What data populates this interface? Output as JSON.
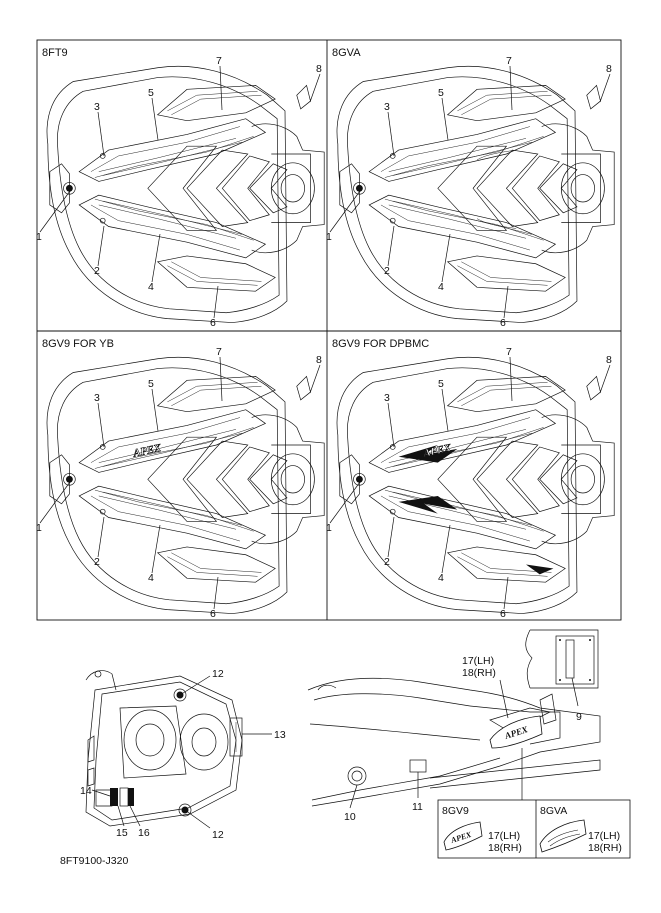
{
  "panels": [
    {
      "label": "8FT9",
      "variant": "stripe"
    },
    {
      "label": "8GVA",
      "variant": "brand"
    },
    {
      "label": "8GV9 FOR YB",
      "variant": "logo"
    },
    {
      "label": "8GV9 FOR DPBMC",
      "variant": "dark"
    }
  ],
  "callouts": {
    "n1": "1",
    "n2": "2",
    "n3": "3",
    "n4": "4",
    "n5": "5",
    "n6": "6",
    "n7": "7",
    "n8": "8"
  },
  "bottom_left": {
    "n12": "12",
    "n13": "13",
    "n14": "14",
    "n15": "15",
    "n16": "16",
    "code": "8FT9100-J320"
  },
  "bottom_right": {
    "n9": "9",
    "n10": "10",
    "n11": "11",
    "lh": "17(LH)",
    "rh": "18(RH)",
    "inset_a": {
      "label": "8GV9",
      "lh": "17(LH)",
      "rh": "18(RH)"
    },
    "inset_b": {
      "label": "8GVA",
      "lh": "17(LH)",
      "rh": "18(RH)"
    }
  }
}
